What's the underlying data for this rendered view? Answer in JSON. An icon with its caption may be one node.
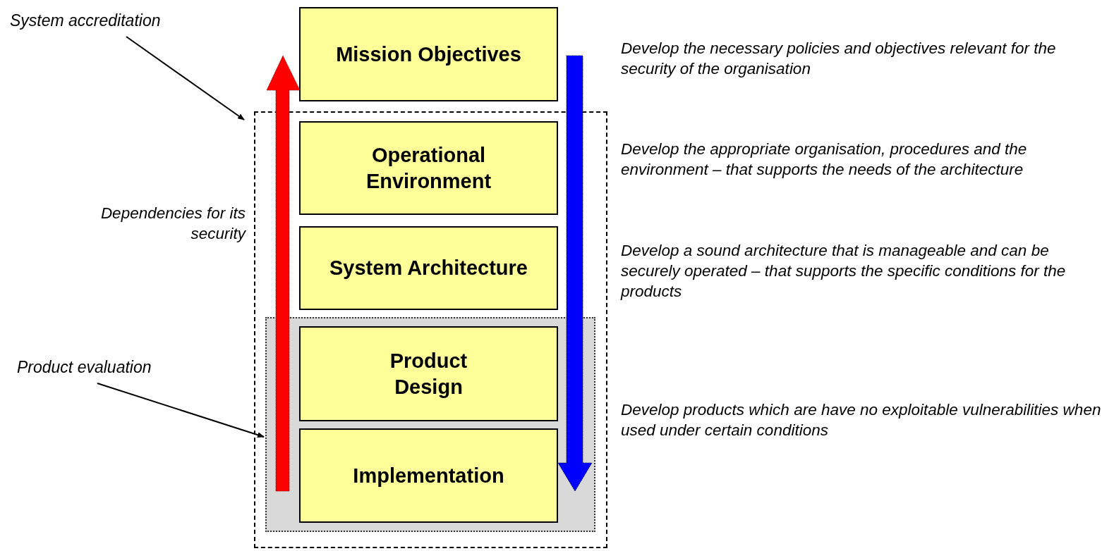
{
  "diagram": {
    "nodes": [
      {
        "text": [
          "System accreditation"
        ]
      },
      {
        "text": [
          "Mission Objectives"
        ]
      },
      {
        "text": [],
        "shape": "box"
      },
      {
        "text": [
          "Operational Environment"
        ],
        "in": 2
      },
      {
        "text": [
          "System Architecture"
        ],
        "in": 2
      },
      {
        "text": [],
        "shape": "box",
        "in": 2
      },
      {
        "text": [
          "Product Design"
        ],
        "in": 5
      },
      {
        "text": [
          "Implementation"
        ],
        "in": 5
      },
      {
        "text": [
          "Product evaluation"
        ]
      }
    ],
    "edges": [
      {
        "from": 0,
        "to": 2,
        "arrow": "to"
      },
      {
        "from": 8,
        "to": 5,
        "arrow": "to"
      }
    ],
    "labels": [
      "Dependencies for its security",
      "Develop the necessary policies and objectives relevant for the security of the organisation",
      "Develop the appropriate organisation, procedures and the environment – that supports the needs of the architecture",
      "Develop a sound architecture that is manageable and can be securely operated – that supports the specific conditions for the products",
      "Develop products which are have no exploitable vulnerabilities when used under certain conditions"
    ]
  }
}
